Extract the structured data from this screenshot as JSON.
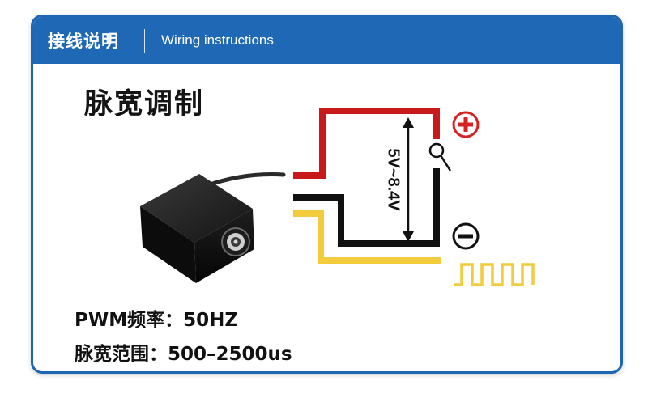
{
  "header": {
    "title": "接线说明",
    "subtitle": "Wiring instructions"
  },
  "main_title": "脉宽调制",
  "diagram": {
    "voltage_label": "5V~8.4V",
    "wire_colors": {
      "positive": "#c81a1a",
      "negative": "#111111",
      "signal": "#f2cc3c"
    },
    "positive_icon": "plus-circle-icon",
    "negative_icon": "minus-circle-icon",
    "switch_icon": "switch-icon",
    "signal_icon": "pwm-square-wave-icon"
  },
  "specs": [
    {
      "label": "PWM频率：",
      "value": "50HZ"
    },
    {
      "label": "脉宽范围：",
      "value": "500–2500us"
    }
  ],
  "colors": {
    "accent": "#1f68b5",
    "plus_red": "#d52222"
  }
}
